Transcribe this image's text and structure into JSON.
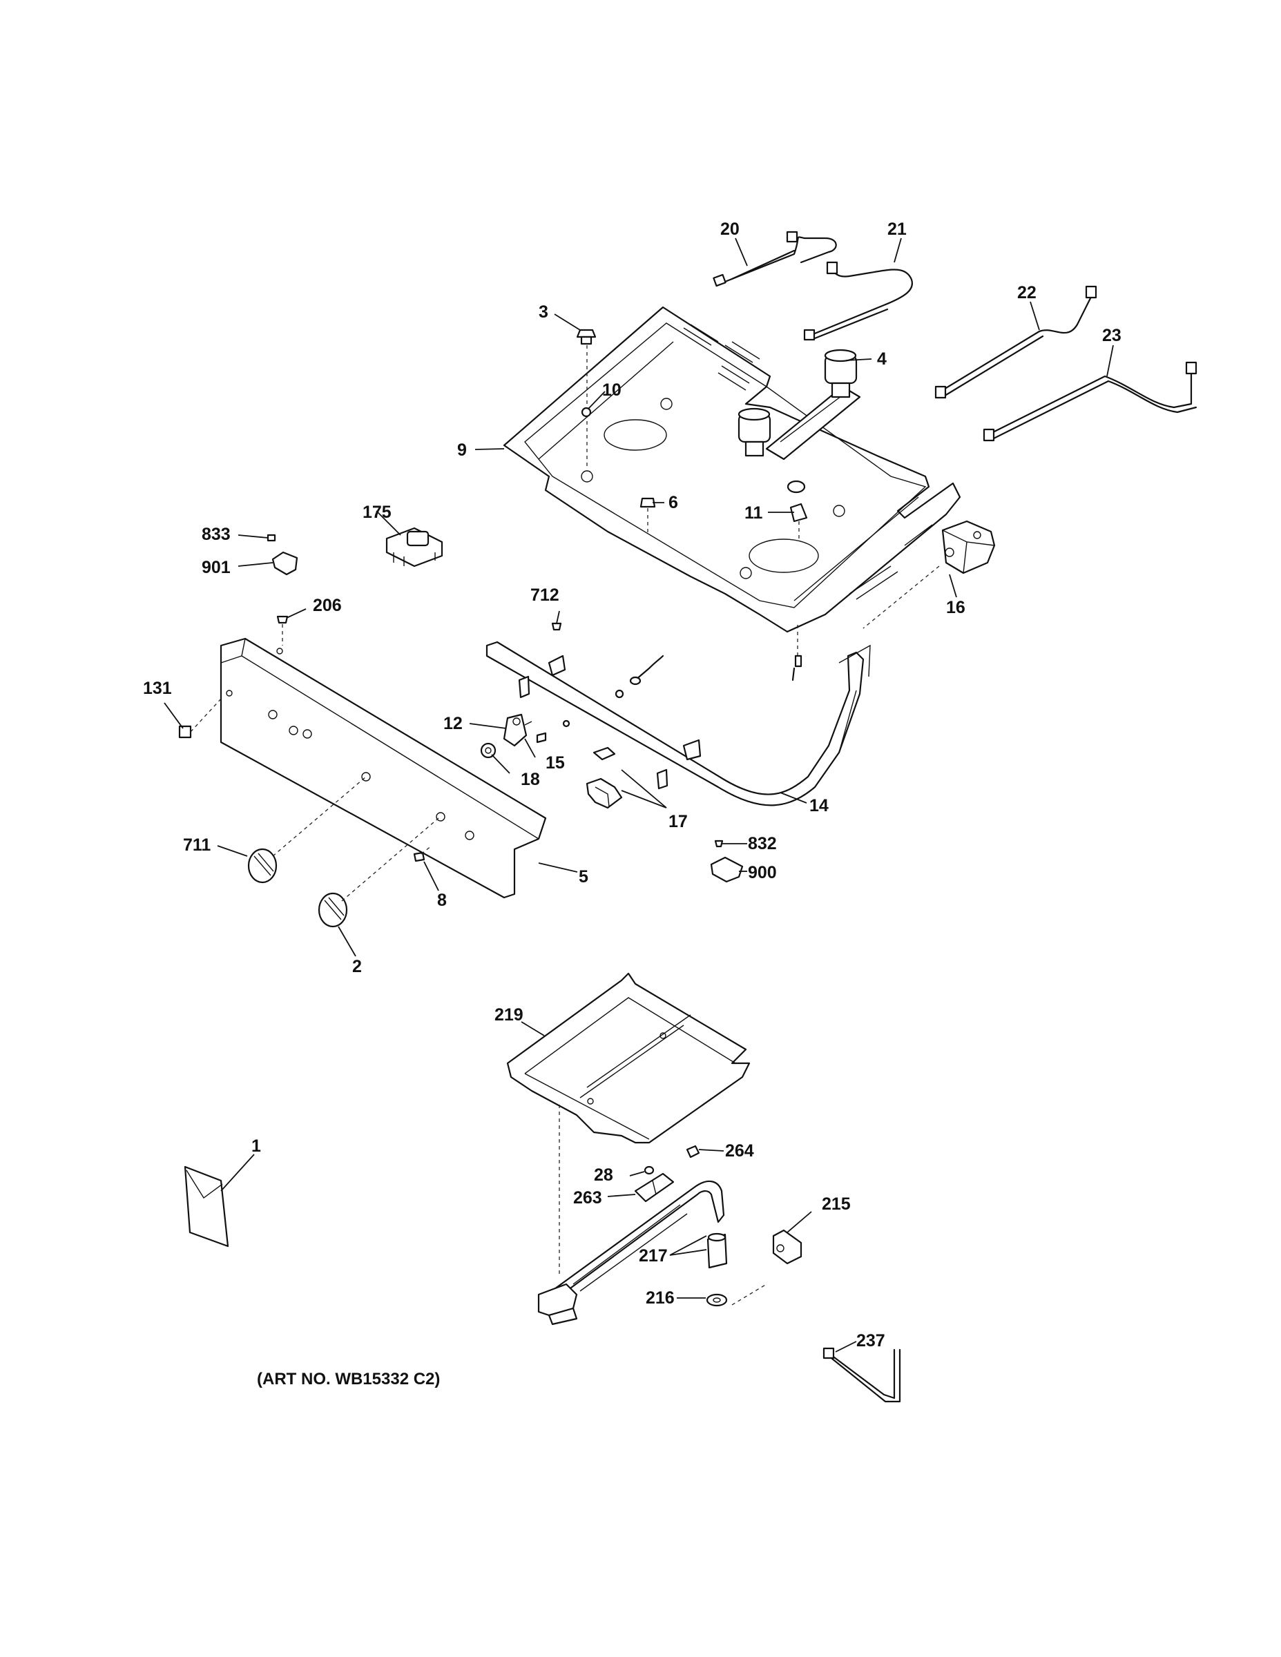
{
  "labels": {
    "p1": "1",
    "p2": "2",
    "p3": "3",
    "p4": "4",
    "p5": "5",
    "p6": "6",
    "p8": "8",
    "p9": "9",
    "p10": "10",
    "p11": "11",
    "p12": "12",
    "p14": "14",
    "p15": "15",
    "p16": "16",
    "p17": "17",
    "p18": "18",
    "p20": "20",
    "p21": "21",
    "p22": "22",
    "p23": "23",
    "p28": "28",
    "p131": "131",
    "p175": "175",
    "p206": "206",
    "p215": "215",
    "p216": "216",
    "p217": "217",
    "p219": "219",
    "p237": "237",
    "p263": "263",
    "p264": "264",
    "p711": "711",
    "p712": "712",
    "p832": "832",
    "p833": "833",
    "p900": "900",
    "p901": "901"
  },
  "caption": "(ART NO. WB15332 C2)"
}
